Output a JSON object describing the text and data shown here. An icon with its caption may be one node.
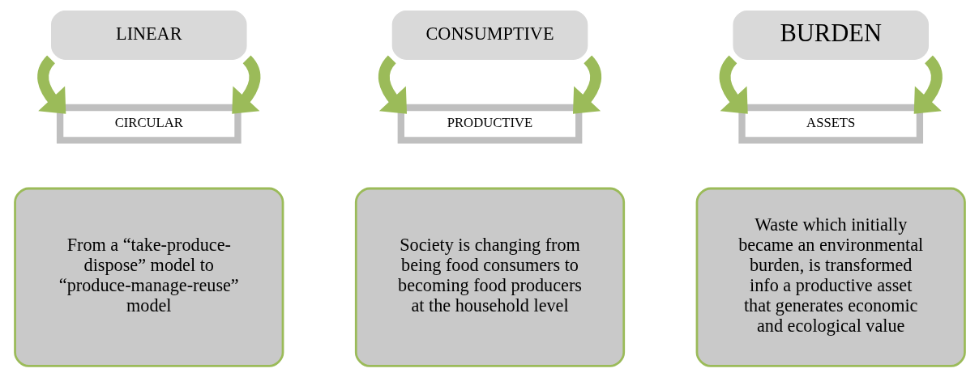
{
  "diagram": {
    "nodes": [
      {
        "text": [
          "LINEAR"
        ]
      },
      {
        "text": [
          "CIRCULAR"
        ]
      },
      {
        "text": [
          "From a “take-produce-dispose” model to “produce-manage-reuse” model"
        ]
      },
      {
        "text": [
          "CONSUMPTIVE"
        ]
      },
      {
        "text": [
          "PRODUCTIVE"
        ]
      },
      {
        "text": [
          "Society is changing from being food consumers to becoming food producers at the household level"
        ]
      },
      {
        "text": [
          "BURDEN"
        ]
      },
      {
        "text": [
          "ASSETS"
        ]
      },
      {
        "text": [
          "Waste which initially became an environmental burden, is transformed info a productive asset that generates economic and ecological value"
        ]
      }
    ],
    "edges": [
      {
        "from": 0,
        "to": 1,
        "arrow": "to"
      },
      {
        "from": 0,
        "to": 1,
        "arrow": "to"
      },
      {
        "from": 3,
        "to": 4,
        "arrow": "to"
      },
      {
        "from": 3,
        "to": 4,
        "arrow": "to"
      },
      {
        "from": 6,
        "to": 7,
        "arrow": "to"
      },
      {
        "from": 6,
        "to": 7,
        "arrow": "to"
      }
    ]
  }
}
